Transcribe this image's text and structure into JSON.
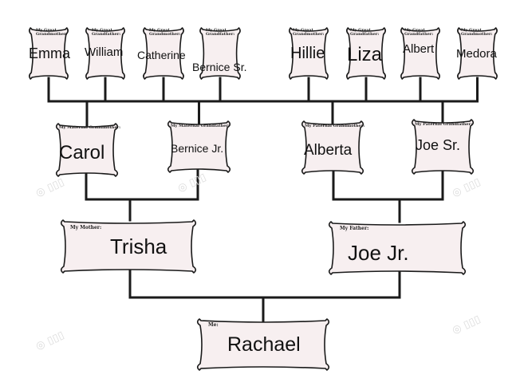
{
  "great_grandparents": [
    {
      "caption": [
        "My Great",
        "Grandmother:"
      ],
      "name": "Emma"
    },
    {
      "caption": [
        "My Great",
        "Grandfather:"
      ],
      "name": "William"
    },
    {
      "caption": [
        "My Great",
        "Grandmother:"
      ],
      "name": "Catherine"
    },
    {
      "caption": [
        "My Great",
        "Grandfather:"
      ],
      "name": "Bernice Sr."
    },
    {
      "caption": [
        "My Great",
        "Grandmother:"
      ],
      "name": "Hillie"
    },
    {
      "caption": [
        "My Great",
        "Grandfather:"
      ],
      "name": "Liza"
    },
    {
      "caption": [
        "My Great",
        "Grandfather:"
      ],
      "name": "Albert"
    },
    {
      "caption": [
        "My Great",
        "Grandmother:"
      ],
      "name": "Medora"
    }
  ],
  "grandparents": [
    {
      "caption": "My Maternal Grandmother:",
      "name": "Carol"
    },
    {
      "caption": "My Maternal Grandfather:",
      "name": "Bernice Jr."
    },
    {
      "caption": "My Paternal Grandmother:",
      "name": "Alberta"
    },
    {
      "caption": "My Paternal Grandfather:",
      "name": "Joe Sr."
    }
  ],
  "parents": [
    {
      "caption": "My Mother:",
      "name": "Trisha"
    },
    {
      "caption": "My Father:",
      "name": "Joe Jr."
    }
  ],
  "self": {
    "caption": "Me:",
    "name": "Rachael"
  },
  "colors": {
    "box_fill": "#f7eff0",
    "box_stroke": "#1a1a1a",
    "line": "#1a1a1a"
  }
}
